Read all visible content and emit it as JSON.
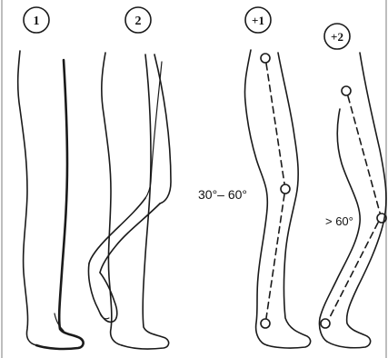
{
  "figure": {
    "colors": {
      "line": "#1a1a1a",
      "background": "#ffffff"
    },
    "panels": [
      {
        "label": "1"
      },
      {
        "label": "2"
      },
      {
        "label": "+1",
        "angle": "30°– 60°"
      },
      {
        "label": "+2",
        "angle": "> 60°"
      }
    ]
  }
}
